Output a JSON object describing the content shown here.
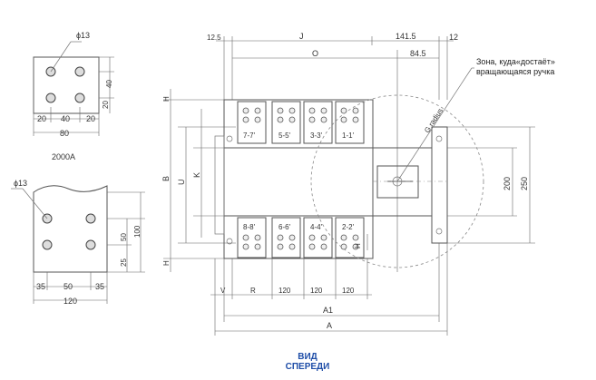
{
  "caption": [
    "ВИД",
    "СПЕРЕДИ"
  ],
  "zone_note": "Зона, куда«достаёт» вращающаяся ручка",
  "radius_label": "G radius",
  "variant_label": "2000A",
  "left_top": {
    "hole_label": "ϕ13",
    "dims_bottom": [
      "20",
      "40",
      "20"
    ],
    "total": "80",
    "dims_right": [
      "40",
      "20"
    ]
  },
  "left_bottom": {
    "hole_label": "ϕ13",
    "dims_bottom": [
      "35",
      "50",
      "35"
    ],
    "total": "120",
    "dims_right": [
      "50",
      "25",
      "100"
    ]
  },
  "main": {
    "top_dims": [
      "12.5",
      "J",
      "141.5",
      "12",
      "O",
      "84.5"
    ],
    "left_dims": [
      "H",
      "B",
      "U",
      "K",
      "H"
    ],
    "top_terminals": [
      "7-7'",
      "5-5'",
      "3-3'",
      "1-1'"
    ],
    "bottom_terminals": [
      "8-8'",
      "6-6'",
      "4-4'",
      "2-2'"
    ],
    "bottom_dims": [
      "V",
      "R",
      "120",
      "120",
      "120"
    ],
    "overall_dims": [
      "A1",
      "A"
    ],
    "right_dims": [
      "200",
      "250"
    ],
    "side_mark": "H"
  }
}
